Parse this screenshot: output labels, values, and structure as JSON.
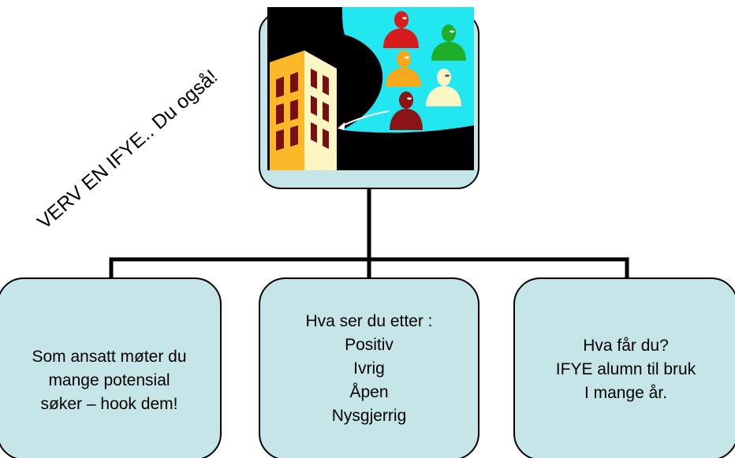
{
  "slogan": "VERV EN IFYE.. Du også!",
  "boxes": {
    "left": {
      "lines": [
        "Som ansatt møter du",
        "mange potensial",
        "søker – hook dem!"
      ]
    },
    "middle": {
      "lines": [
        "Hva ser du etter :",
        "Positiv",
        "Ivrig",
        "Åpen",
        "Nysgjerrig"
      ]
    },
    "right": {
      "lines": [
        "Hva får du?",
        "IFYE alumn til bruk",
        "I mange år."
      ]
    }
  },
  "colors": {
    "box_fill": "#c6e5e8",
    "connector": "#000000",
    "sky": "#000000",
    "bubble": "#22e6f0",
    "building_front": "#fbb829",
    "building_side": "#fdf6c2",
    "window": "#7a0f0f",
    "figure_red": "#d81b1b",
    "figure_green": "#1fae2a",
    "figure_orange": "#f7a81c",
    "figure_cream": "#fbf6c4",
    "figure_maroon": "#8b1414"
  },
  "icons": [
    "building-icon",
    "people-icon",
    "arrow-icon"
  ]
}
